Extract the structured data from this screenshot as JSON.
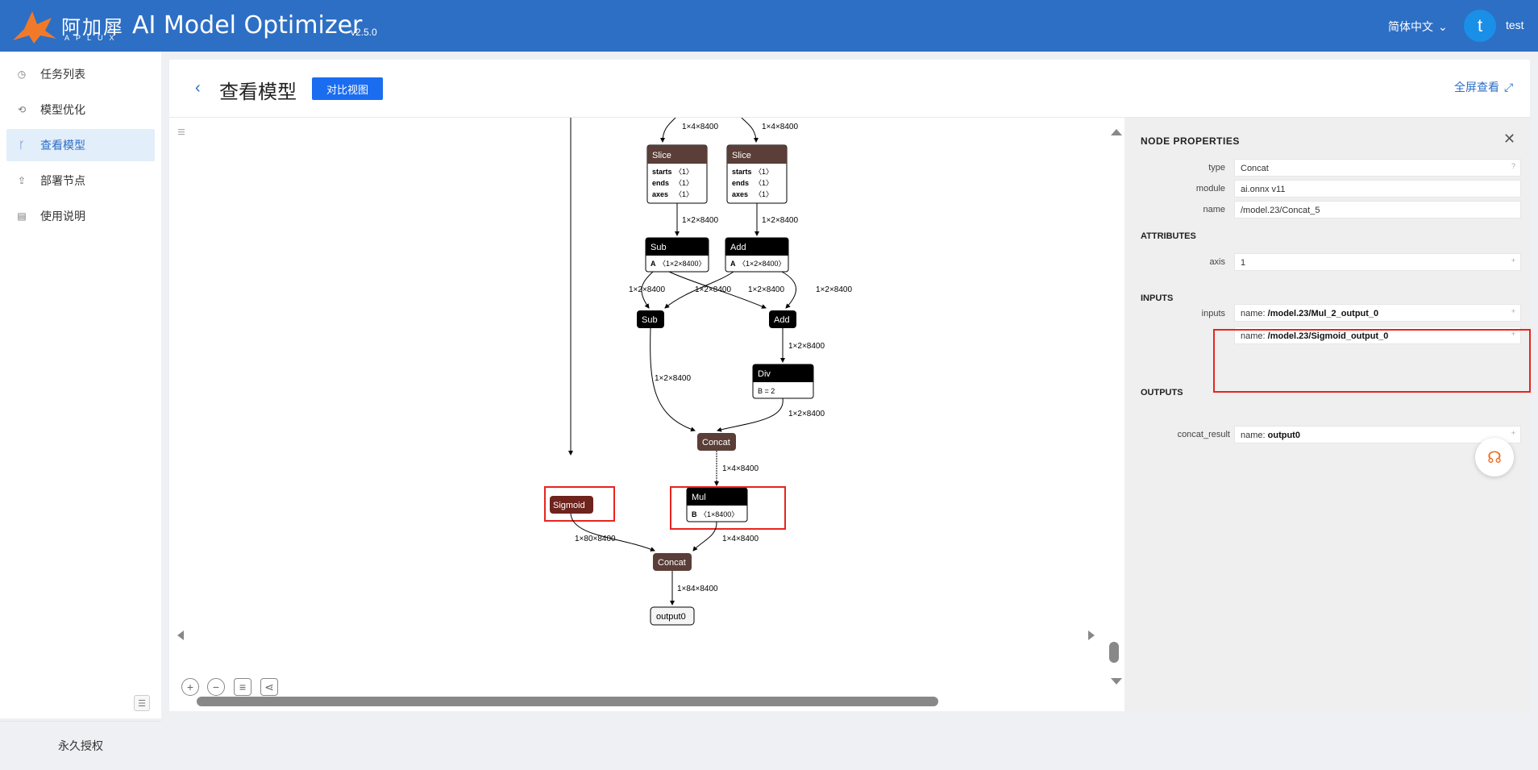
{
  "header": {
    "brand": "阿加犀",
    "brand_sub": "APLUX",
    "app_title": "AI Model Optimizer",
    "version": "v2.5.0",
    "language": "简体中文",
    "avatar_letter": "t",
    "username": "test"
  },
  "sidebar": {
    "items": [
      {
        "label": "任务列表",
        "icon": "history-icon"
      },
      {
        "label": "模型优化",
        "icon": "loop-icon"
      },
      {
        "label": "查看模型",
        "icon": "branch-icon",
        "active": true
      },
      {
        "label": "部署节点",
        "icon": "upload-icon"
      },
      {
        "label": "使用说明",
        "icon": "doc-icon"
      }
    ],
    "license": "永久授权"
  },
  "page": {
    "title": "查看模型",
    "compare_button": "对比视图",
    "fullscreen": "全屏查看"
  },
  "graph": {
    "nodes": {
      "slice1": "Slice",
      "slice2": "Slice",
      "sub1": "Sub",
      "add1": "Add",
      "sub2": "Sub",
      "add2": "Add",
      "div": "Div",
      "concat1": "Concat",
      "mul": "Mul",
      "sigmoid": "Sigmoid",
      "concat2": "Concat",
      "output": "output0"
    },
    "attrs": {
      "starts": "starts",
      "ends": "ends",
      "axes": "axes",
      "one": "〈1〉",
      "a_label": "A",
      "a_val": "〈1×2×8400〉",
      "b_label": "B",
      "div_b": "B = 2",
      "mul_b": "〈1×8400〉"
    },
    "edges": {
      "e1": "1×4×8400",
      "e2": "1×4×8400",
      "e3": "1×2×8400",
      "e4": "1×2×8400",
      "e5": "1×2×8400",
      "e6": "1×2×8400",
      "e7": "1×2×8400",
      "e8": "1×2×8400",
      "e9": "1×2×8400",
      "e10": "1×2×8400",
      "e11": "1×2×8400",
      "e12": "1×4×8400",
      "e13": "1×80×8400",
      "e14": "1×4×8400",
      "e15": "1×84×8400"
    }
  },
  "properties": {
    "title": "NODE PROPERTIES",
    "type_label": "type",
    "type_value": "Concat",
    "module_label": "module",
    "module_value": "ai.onnx v11",
    "name_label": "name",
    "name_value": "/model.23/Concat_5",
    "attributes_title": "ATTRIBUTES",
    "axis_label": "axis",
    "axis_value": "1",
    "inputs_title": "INPUTS",
    "inputs_label": "inputs",
    "input1_prefix": "name: ",
    "input1_value": "/model.23/Mul_2_output_0",
    "input2_prefix": "name: ",
    "input2_value": "/model.23/Sigmoid_output_0",
    "outputs_title": "OUTPUTS",
    "output_label": "concat_result",
    "output_prefix": "name: ",
    "output_value": "output0"
  }
}
